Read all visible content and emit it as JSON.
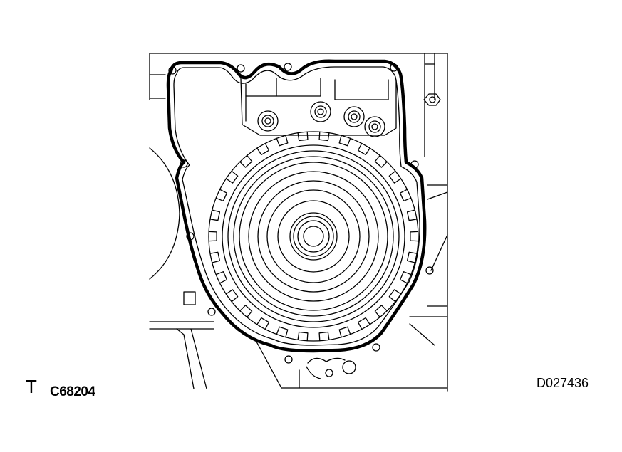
{
  "labels": {
    "tool_letter": "T",
    "reference_code": "C68204",
    "figure_code": "D027436"
  },
  "colors": {
    "line": "#000000",
    "background": "#ffffff"
  }
}
